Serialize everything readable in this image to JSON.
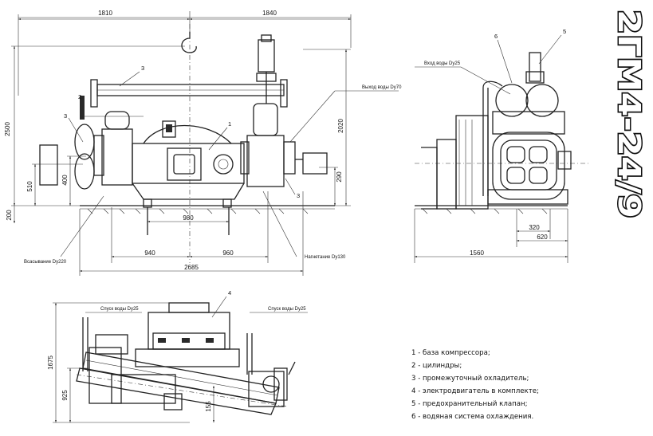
{
  "title": "2ГМ4-24/9",
  "dimensions": {
    "top_left": "1810",
    "top_right": "1840",
    "height_total": "2500",
    "height_right": "2020",
    "h510": "510",
    "h400": "400",
    "h200": "200",
    "h290": "290",
    "w980": "980",
    "w940": "940",
    "w960": "960",
    "w2685": "2685",
    "side_320": "320",
    "side_620": "620",
    "side_1560": "1560",
    "plan_1675": "1675",
    "plan_925": "925",
    "plan_155": "155"
  },
  "callouts": {
    "water_out": "Выход воды Dу70",
    "water_in": "Вход воды Dу25",
    "suction": "Всасывание Dу220",
    "discharge": "Нагнетание Dу130",
    "drain_left": "Спуск воды Dу25",
    "drain_right": "Спуск воды Dу25"
  },
  "position_numbers": {
    "n1": "1",
    "n2": "2",
    "n3a": "3",
    "n3b": "3",
    "n3c": "3",
    "n4": "4",
    "n5": "5",
    "n6": "6"
  },
  "legend": [
    "1 - база компрессора;",
    "2 - цилиндры;",
    "3 - промежуточный охладитель;",
    "4 - электродвигатель в комплекте;",
    "5 - предохранительный клапан;",
    "6 - водяная система охлаждения."
  ]
}
